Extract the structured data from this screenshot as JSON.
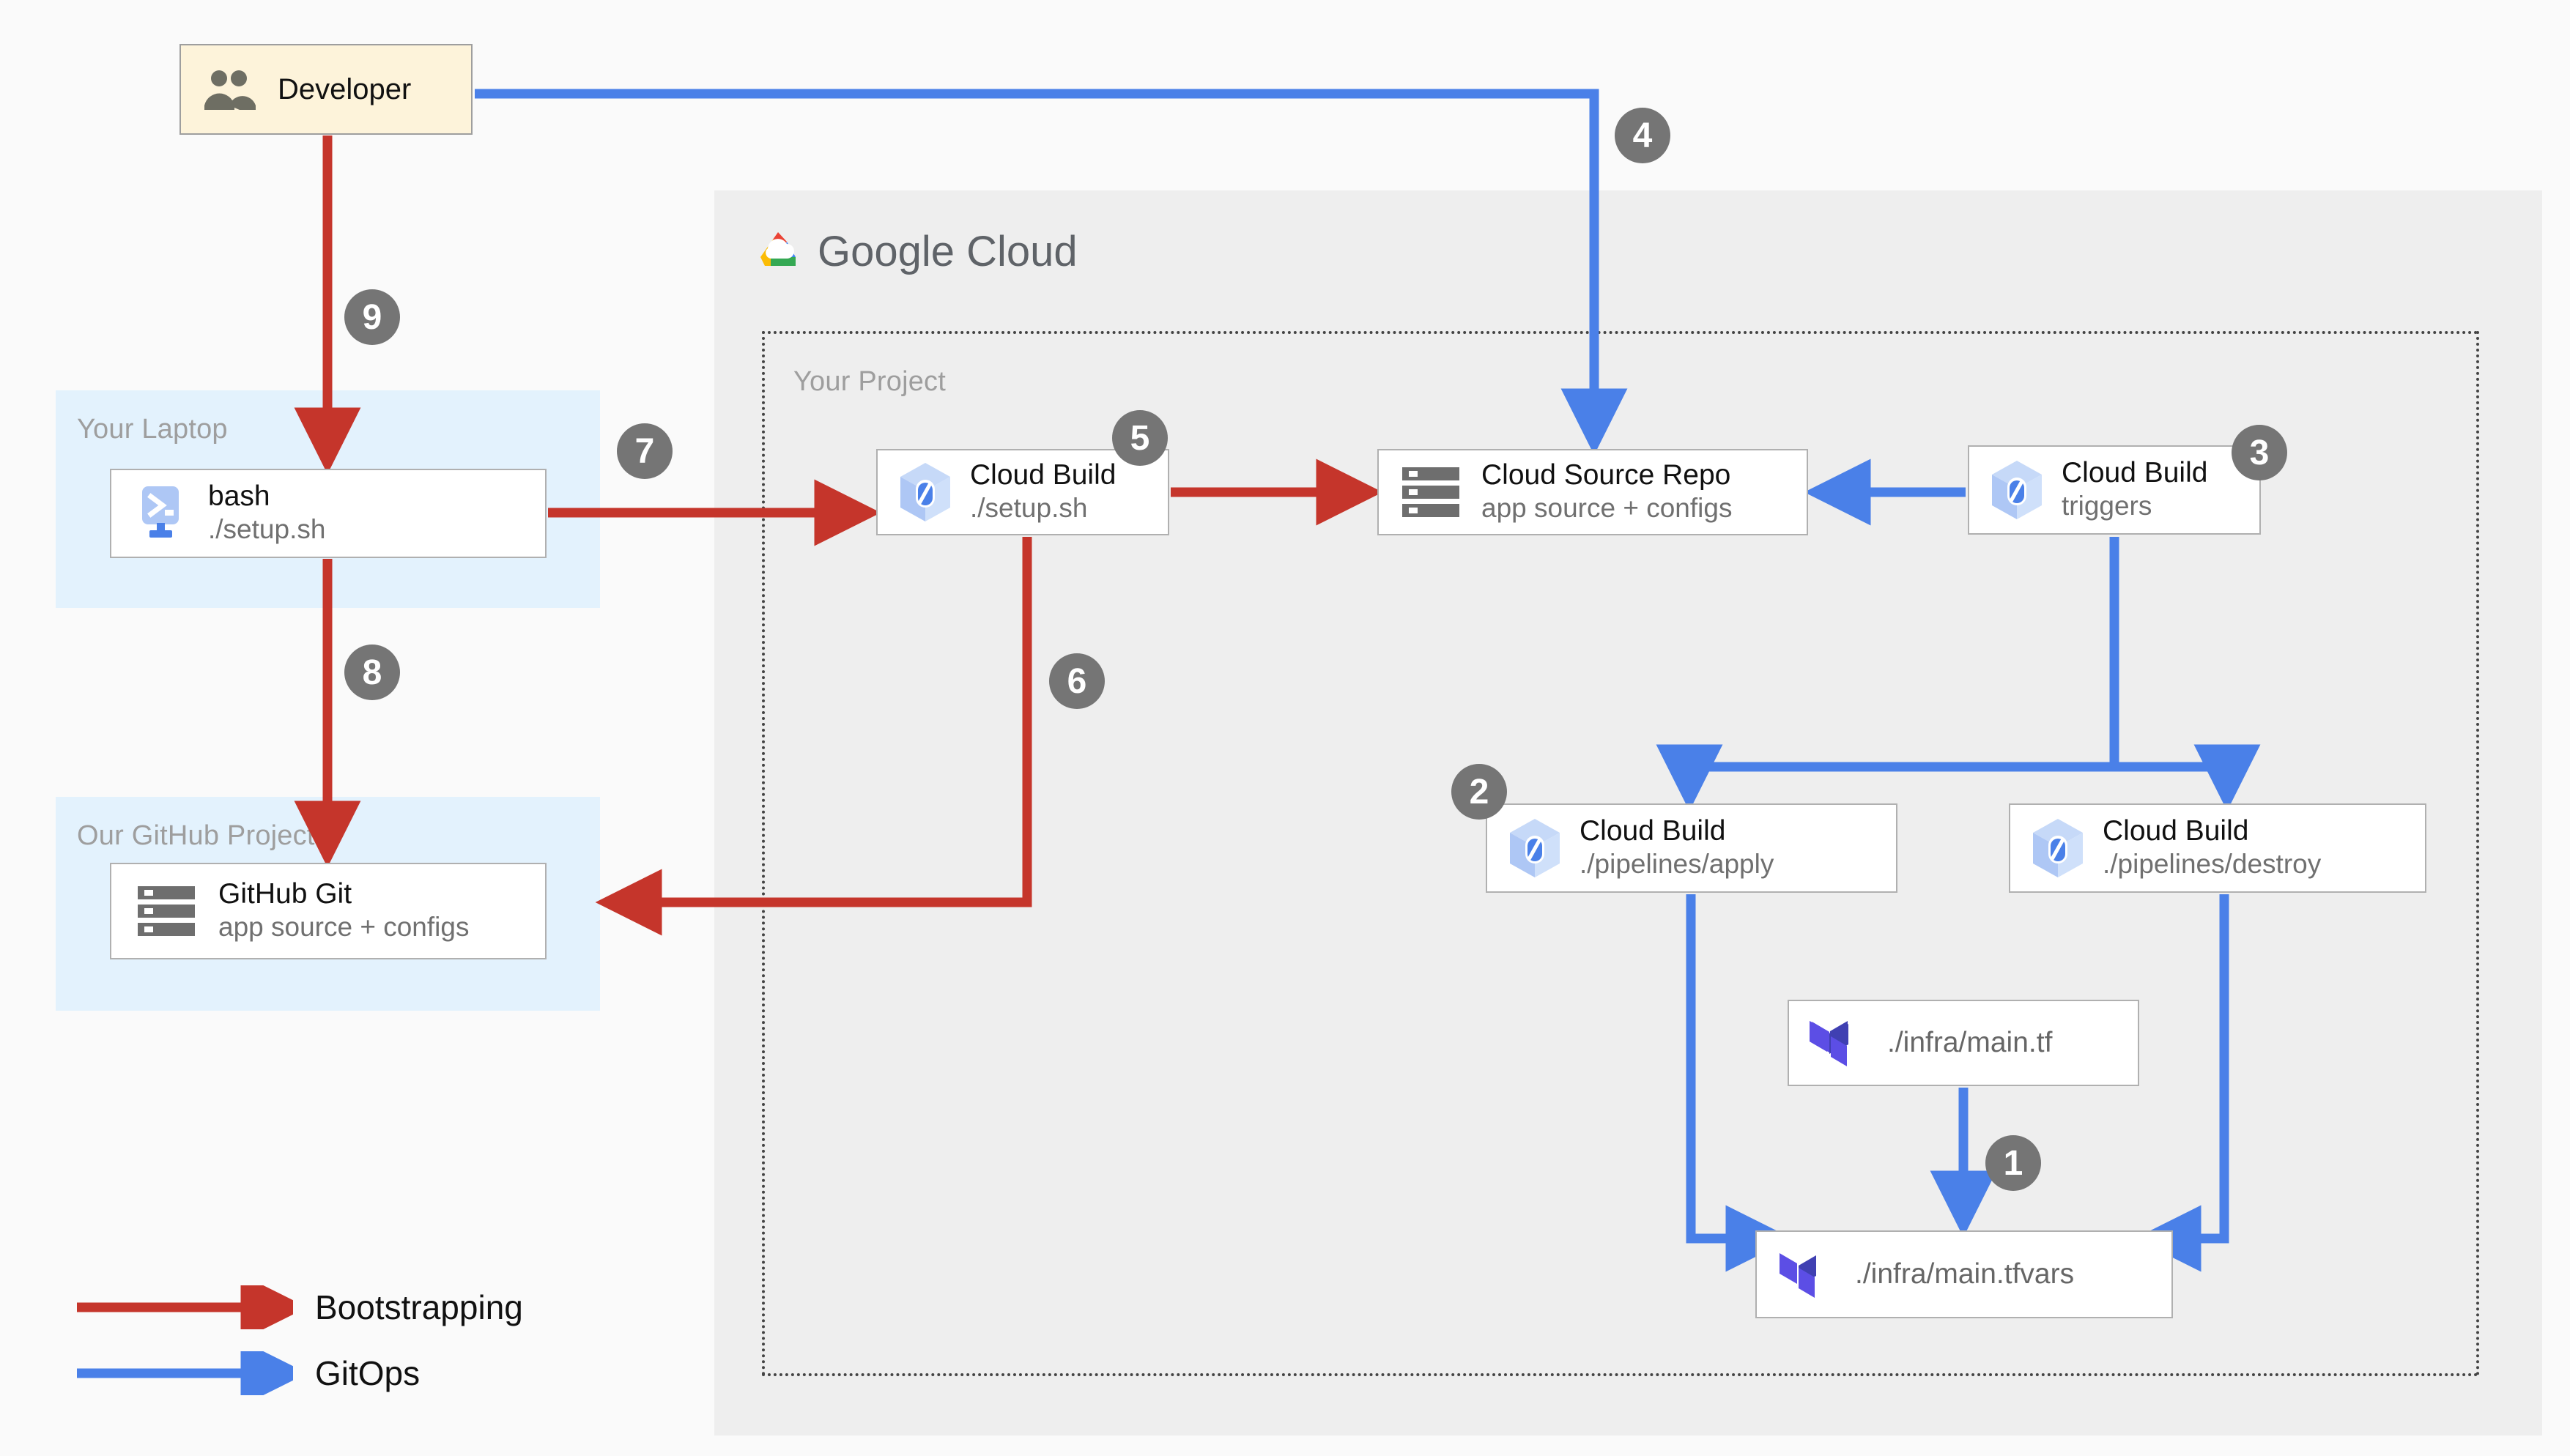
{
  "brand": {
    "name_bold": "Google",
    "name_light": " Cloud",
    "logo_icon": "google-cloud-logo-icon"
  },
  "groups": {
    "project_label": "Your Project",
    "laptop_label": "Your Laptop",
    "github_label": "Our GitHub Project"
  },
  "nodes": {
    "developer": {
      "title": "Developer",
      "icon": "people-icon"
    },
    "bash": {
      "title": "bash",
      "subtitle": "./setup.sh",
      "icon": "terminal-icon"
    },
    "github_git": {
      "title": "GitHub Git",
      "subtitle": "app source + configs",
      "icon": "repository-icon"
    },
    "cb_setup": {
      "title": "Cloud Build",
      "subtitle": "./setup.sh",
      "icon": "cloud-build-icon"
    },
    "csr": {
      "title": "Cloud Source Repo",
      "subtitle": "app source + configs",
      "icon": "repository-icon"
    },
    "cb_triggers": {
      "title": "Cloud Build",
      "subtitle": "triggers",
      "icon": "cloud-build-icon"
    },
    "cb_apply": {
      "title": "Cloud Build",
      "subtitle": "./pipelines/apply",
      "icon": "cloud-build-icon"
    },
    "cb_destroy": {
      "title": "Cloud Build",
      "subtitle": "./pipelines/destroy",
      "icon": "cloud-build-icon"
    },
    "main_tf": {
      "title": "./infra/main.tf",
      "icon": "terraform-icon"
    },
    "main_tfvars": {
      "title": "./infra/main.tfvars",
      "icon": "terraform-icon"
    }
  },
  "badges": [
    {
      "id": "badge-1",
      "number": "1"
    },
    {
      "id": "badge-2",
      "number": "2"
    },
    {
      "id": "badge-3",
      "number": "3"
    },
    {
      "id": "badge-4",
      "number": "4"
    },
    {
      "id": "badge-5",
      "number": "5"
    },
    {
      "id": "badge-6",
      "number": "6"
    },
    {
      "id": "badge-7",
      "number": "7"
    },
    {
      "id": "badge-8",
      "number": "8"
    },
    {
      "id": "badge-9",
      "number": "9"
    }
  ],
  "legend": {
    "items": [
      {
        "label": "Bootstrapping",
        "color": "#c5352b",
        "icon": "red-arrow-icon"
      },
      {
        "label": "GitOps",
        "color": "#4a80e8",
        "icon": "blue-arrow-icon"
      }
    ]
  },
  "colors": {
    "page_bg": "#fafafa",
    "gcp_panel_bg": "#eeeeee",
    "zone_bg": "#e3f2fd",
    "developer_bg": "#fdf3da",
    "bootstrapping": "#c5352b",
    "gitops": "#4a80e8",
    "badge_bg": "#757575",
    "terraform_purple": "#5c4ee5",
    "cloud_build_blue": "#aec7f5"
  }
}
